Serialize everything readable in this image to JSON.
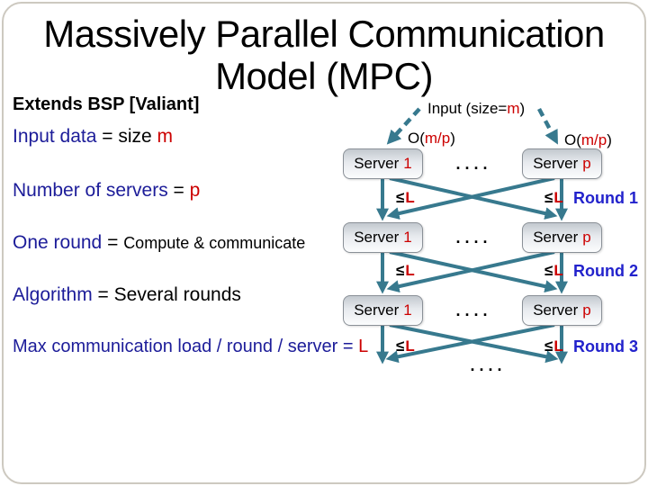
{
  "title": {
    "line1": "Massively Parallel Communication",
    "line2": "Model (MPC)"
  },
  "notes": {
    "subtitle": "Extends BSP [Valiant]",
    "items": [
      {
        "blue": "Input data",
        "black": " = size ",
        "red": "m"
      },
      {
        "blue": "Number of servers",
        "black": " = ",
        "red": "p"
      },
      {
        "blue": "One round",
        "black": " = ",
        "small": "Compute & communicate"
      },
      {
        "blue": "Algorithm",
        "black": " = Several rounds"
      },
      {
        "blue": "Max communication load / round / server = ",
        "red": "L"
      }
    ]
  },
  "diagram": {
    "input_label": {
      "pre": "Input (size=",
      "var": "m",
      "post": ")"
    },
    "chunk_label": {
      "pre": "O(",
      "var": "m/p",
      "post": ")"
    },
    "dots": ". . . .",
    "rows": [
      {
        "left_name": "Server",
        "left_id": "1",
        "right_name": "Server",
        "right_id": "p"
      },
      {
        "left_name": "Server",
        "left_id": "1",
        "right_name": "Server",
        "right_id": "p"
      },
      {
        "left_name": "Server",
        "left_id": "1",
        "right_name": "Server",
        "right_id": "p"
      }
    ],
    "load": {
      "le": "≤",
      "var": "L"
    },
    "rounds": [
      "Round 1",
      "Round 2",
      "Round 3"
    ],
    "colors": {
      "teal": "#37798E",
      "red": "#CC0000",
      "navy": "#1C1C99",
      "round_blue": "#2222CC"
    }
  }
}
